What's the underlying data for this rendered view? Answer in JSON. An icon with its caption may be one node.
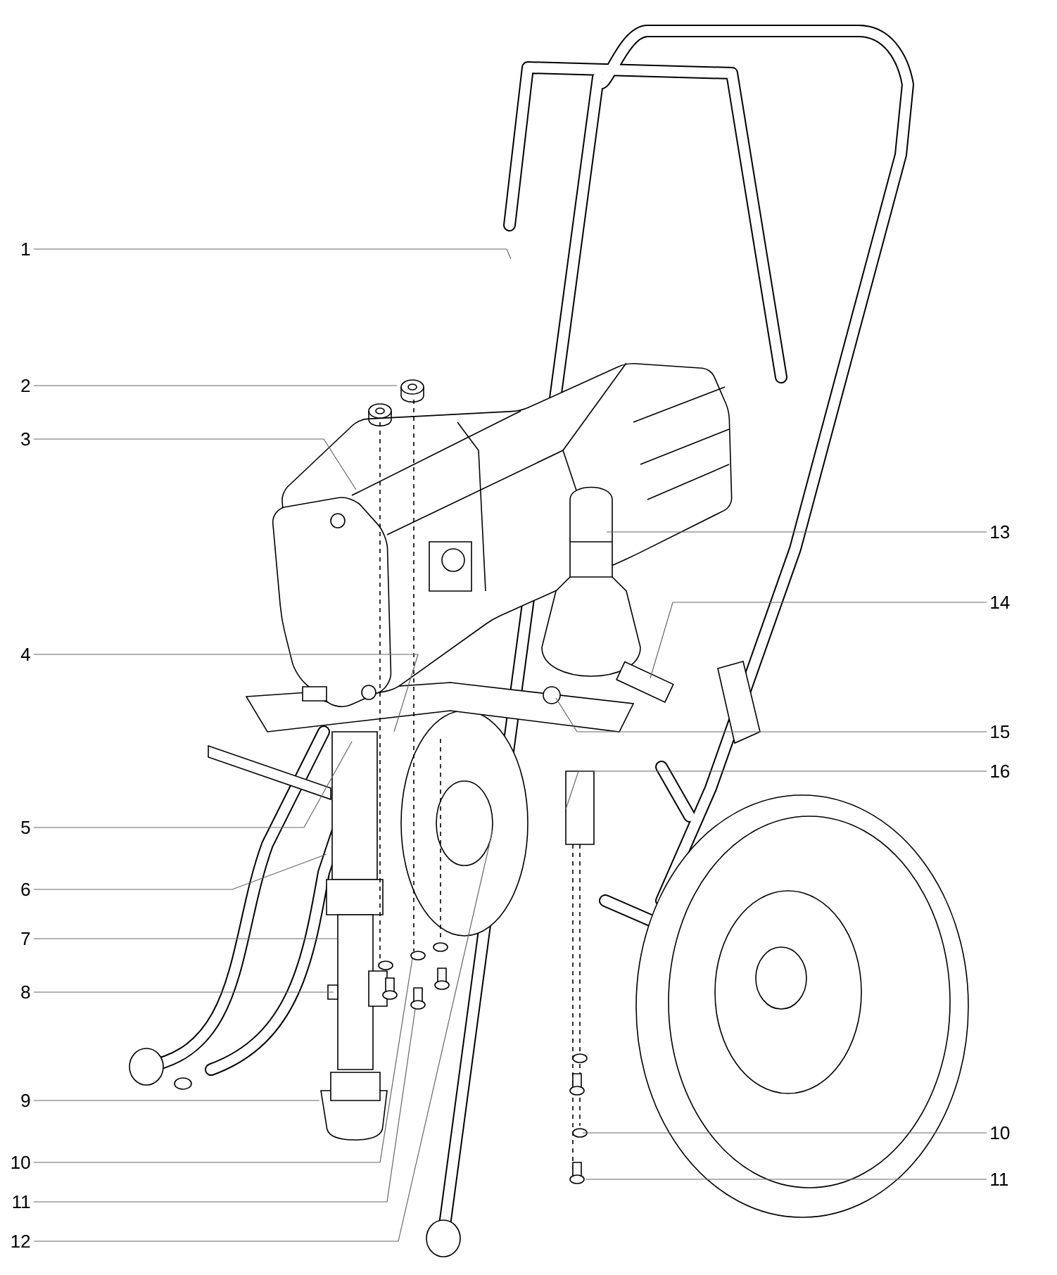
{
  "diagram": {
    "nodes": [
      {
        "text": [
          "1"
        ]
      },
      {
        "text": [
          "2"
        ]
      },
      {
        "text": [
          "3"
        ]
      },
      {
        "text": [
          "4"
        ]
      },
      {
        "text": [
          "5"
        ]
      },
      {
        "text": [
          "6"
        ]
      },
      {
        "text": [
          "7"
        ]
      },
      {
        "text": [
          "8"
        ]
      },
      {
        "text": [
          "9"
        ]
      },
      {
        "text": [
          "10"
        ]
      },
      {
        "text": [
          "11"
        ]
      },
      {
        "text": [
          "12"
        ]
      },
      {
        "text": [
          "13"
        ]
      },
      {
        "text": [
          "14"
        ]
      },
      {
        "text": [
          "15"
        ]
      },
      {
        "text": [
          "16"
        ]
      },
      {
        "text": [
          "10"
        ]
      },
      {
        "text": [
          "11"
        ]
      }
    ],
    "edges": [
      {
        "from": 0,
        "to": null,
        "arrow": "none"
      },
      {
        "from": 1,
        "to": null,
        "arrow": "none"
      },
      {
        "from": 2,
        "to": null,
        "arrow": "none"
      },
      {
        "from": 3,
        "to": null,
        "arrow": "none"
      },
      {
        "from": 4,
        "to": null,
        "arrow": "none"
      },
      {
        "from": 5,
        "to": null,
        "arrow": "none"
      },
      {
        "from": 6,
        "to": null,
        "arrow": "none"
      },
      {
        "from": 7,
        "to": null,
        "arrow": "none"
      },
      {
        "from": 8,
        "to": null,
        "arrow": "none"
      },
      {
        "from": 9,
        "to": null,
        "arrow": "none"
      },
      {
        "from": 10,
        "to": null,
        "arrow": "none"
      },
      {
        "from": 11,
        "to": null,
        "arrow": "none"
      },
      {
        "from": 12,
        "to": null,
        "arrow": "none"
      },
      {
        "from": 13,
        "to": null,
        "arrow": "none"
      },
      {
        "from": 14,
        "to": null,
        "arrow": "none"
      },
      {
        "from": 15,
        "to": null,
        "arrow": "none"
      },
      {
        "from": 16,
        "to": null,
        "arrow": "none"
      },
      {
        "from": 17,
        "to": null,
        "arrow": "none"
      }
    ]
  }
}
